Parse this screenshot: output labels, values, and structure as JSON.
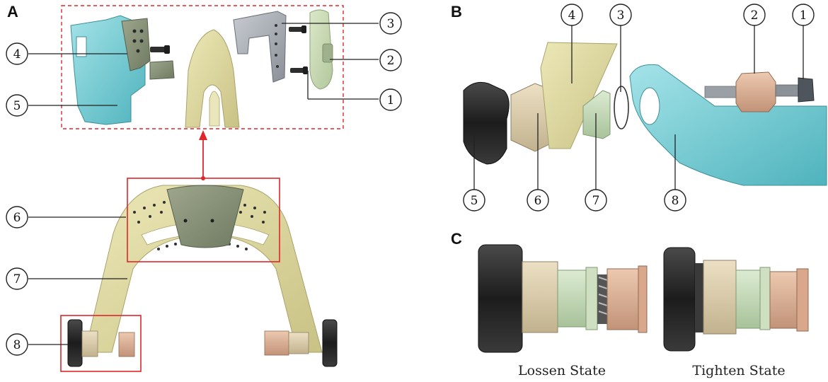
{
  "panels": {
    "a": {
      "letter": "A"
    },
    "b": {
      "letter": "B"
    },
    "c": {
      "letter": "C"
    }
  },
  "callouts_a": [
    "1",
    "2",
    "3",
    "4",
    "5",
    "6",
    "7",
    "8"
  ],
  "callouts_b": [
    "1",
    "2",
    "3",
    "4",
    "5",
    "6",
    "7",
    "8"
  ],
  "captions": {
    "loosen": "Lossen State",
    "tighten": "Tighten State"
  },
  "colors": {
    "frame_yellow": "#d9d39a",
    "teal": "#6fc8d0",
    "knob_black": "#2a2a2a",
    "beige": "#d8c9a8",
    "mint": "#c4d8b8",
    "peach": "#d9b49a",
    "grey_plate": "#a7acb3",
    "highlight_red": "#e0262b"
  }
}
